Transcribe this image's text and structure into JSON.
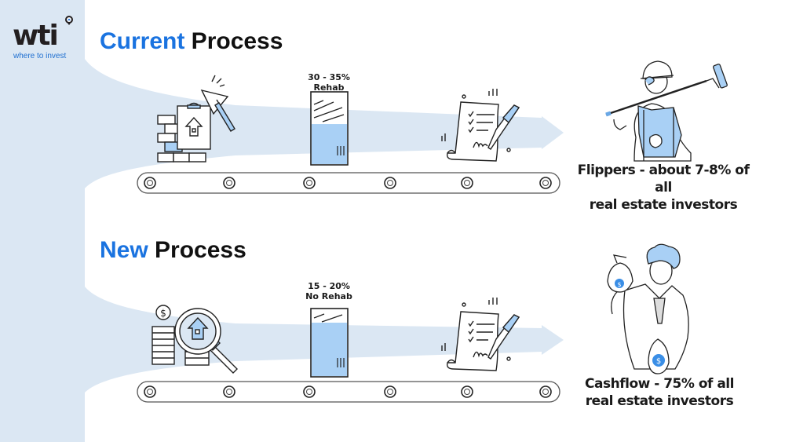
{
  "logo": {
    "wordmark": "wti",
    "tagline": "where to invest",
    "pin_icon": "location-pin-icon"
  },
  "colors": {
    "band": "#dbe7f3",
    "accent_blue": "#1a73e0",
    "light_blue_fill": "#a9d0f5",
    "funnel_blue": "#dbe7f3",
    "ink": "#1a1a1a"
  },
  "sections": [
    {
      "id": "current",
      "title_accent": "Current",
      "title_rest": " Process",
      "step_icons": [
        "brick-wall-clipboard-trowel-icon",
        "glass-icon",
        "contract-signing-icon"
      ],
      "glass": {
        "label_line1": "30 - 35%",
        "label_line2": "Rehab",
        "fill_fraction": 0.56
      },
      "persona_icon": "worker-with-paint-roller-icon",
      "caption_line1": "Flippers - about 7-8% of all",
      "caption_line2": "real estate investors"
    },
    {
      "id": "new",
      "title_accent": "New",
      "title_rest": " Process",
      "step_icons": [
        "coins-magnifier-house-icon",
        "glass-icon",
        "contract-signing-icon"
      ],
      "glass": {
        "label_line1": "15 - 20%",
        "label_line2": "No Rehab",
        "fill_fraction": 0.8
      },
      "persona_icon": "businessman-with-money-bags-icon",
      "caption_line1": "Cashflow - 75% of all",
      "caption_line2": "real estate investors"
    }
  ],
  "conveyor": {
    "roller_count": 6
  }
}
